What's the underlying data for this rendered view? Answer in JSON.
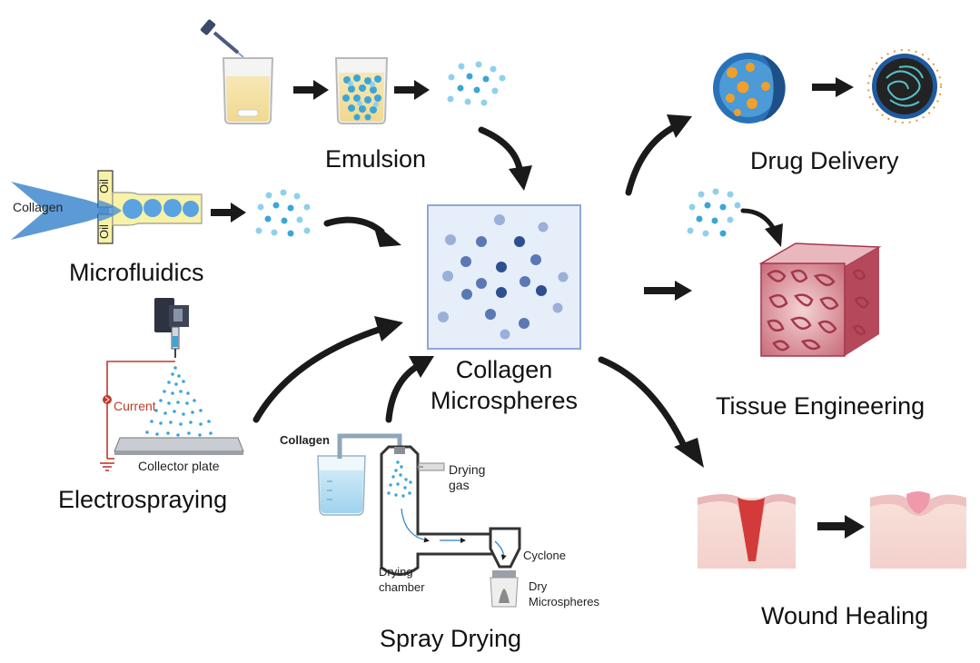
{
  "methods": {
    "emulsion": "Emulsion",
    "microfluidics": "Microfluidics",
    "electrospraying": "Electrospraying",
    "spray_drying": "Spray Drying"
  },
  "center": {
    "line1": "Collagen",
    "line2": "Microspheres"
  },
  "applications": {
    "drug_delivery": "Drug Delivery",
    "tissue_engineering": "Tissue Engineering",
    "wound_healing": "Wound Healing"
  },
  "microfluidics_labels": {
    "collagen": "Collagen",
    "oil_top": "Oil",
    "oil_bottom": "Oil"
  },
  "electrospraying_labels": {
    "current": "Current",
    "collector_plate": "Collector plate"
  },
  "spray_drying_labels": {
    "collagen": "Collagen",
    "drying_gas_1": "Drying",
    "drying_gas_2": "gas",
    "drying_chamber_1": "Drying",
    "drying_chamber_2": "chamber",
    "cyclone": "Cyclone",
    "dry_microspheres_1": "Dry",
    "dry_microspheres_2": "Microspheres"
  },
  "colors": {
    "sphere_light": "#8aa4cf",
    "sphere_dark": "#2d4f8f",
    "box_bg": "#e6eefa",
    "box_border": "#8fa8d6",
    "arrow": "#1a1a1a",
    "droplet": "#3aa6d8",
    "tissue": "#b5485b",
    "wound_red": "#d33a3a"
  },
  "icons": [
    "pipette-icon",
    "beaker-icon",
    "dropper-icon",
    "syringe-pump-icon",
    "cyclone-icon",
    "tissue-scaffold-icon",
    "drug-carrier-icon"
  ]
}
